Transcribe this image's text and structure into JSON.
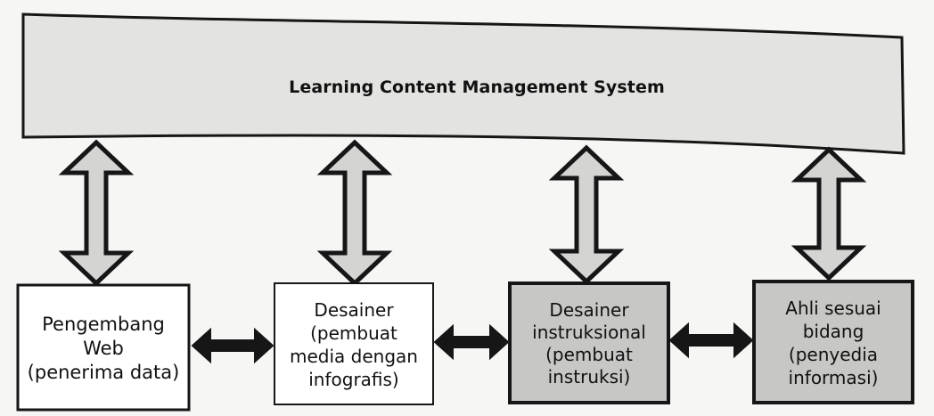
{
  "banner": {
    "title": "Learning Content Management System"
  },
  "nodes": [
    {
      "lines": [
        "Pengembang",
        "Web",
        "(penerima data)"
      ]
    },
    {
      "lines": [
        "Desainer",
        "(pembuat",
        "media dengan",
        "infografis)"
      ]
    },
    {
      "lines": [
        "Desainer",
        "instruksional",
        "(pembuat",
        "instruksi)"
      ]
    },
    {
      "lines": [
        "Ahli sesuai",
        "bidang",
        "(penyedia",
        "informasi)"
      ]
    }
  ],
  "colors": {
    "banner_fill": "#e3e3e1",
    "node_light": "#ffffff",
    "node_dark": "#c7c7c5",
    "stroke": "#161616",
    "arrow_fill": "#d4d4d2"
  }
}
